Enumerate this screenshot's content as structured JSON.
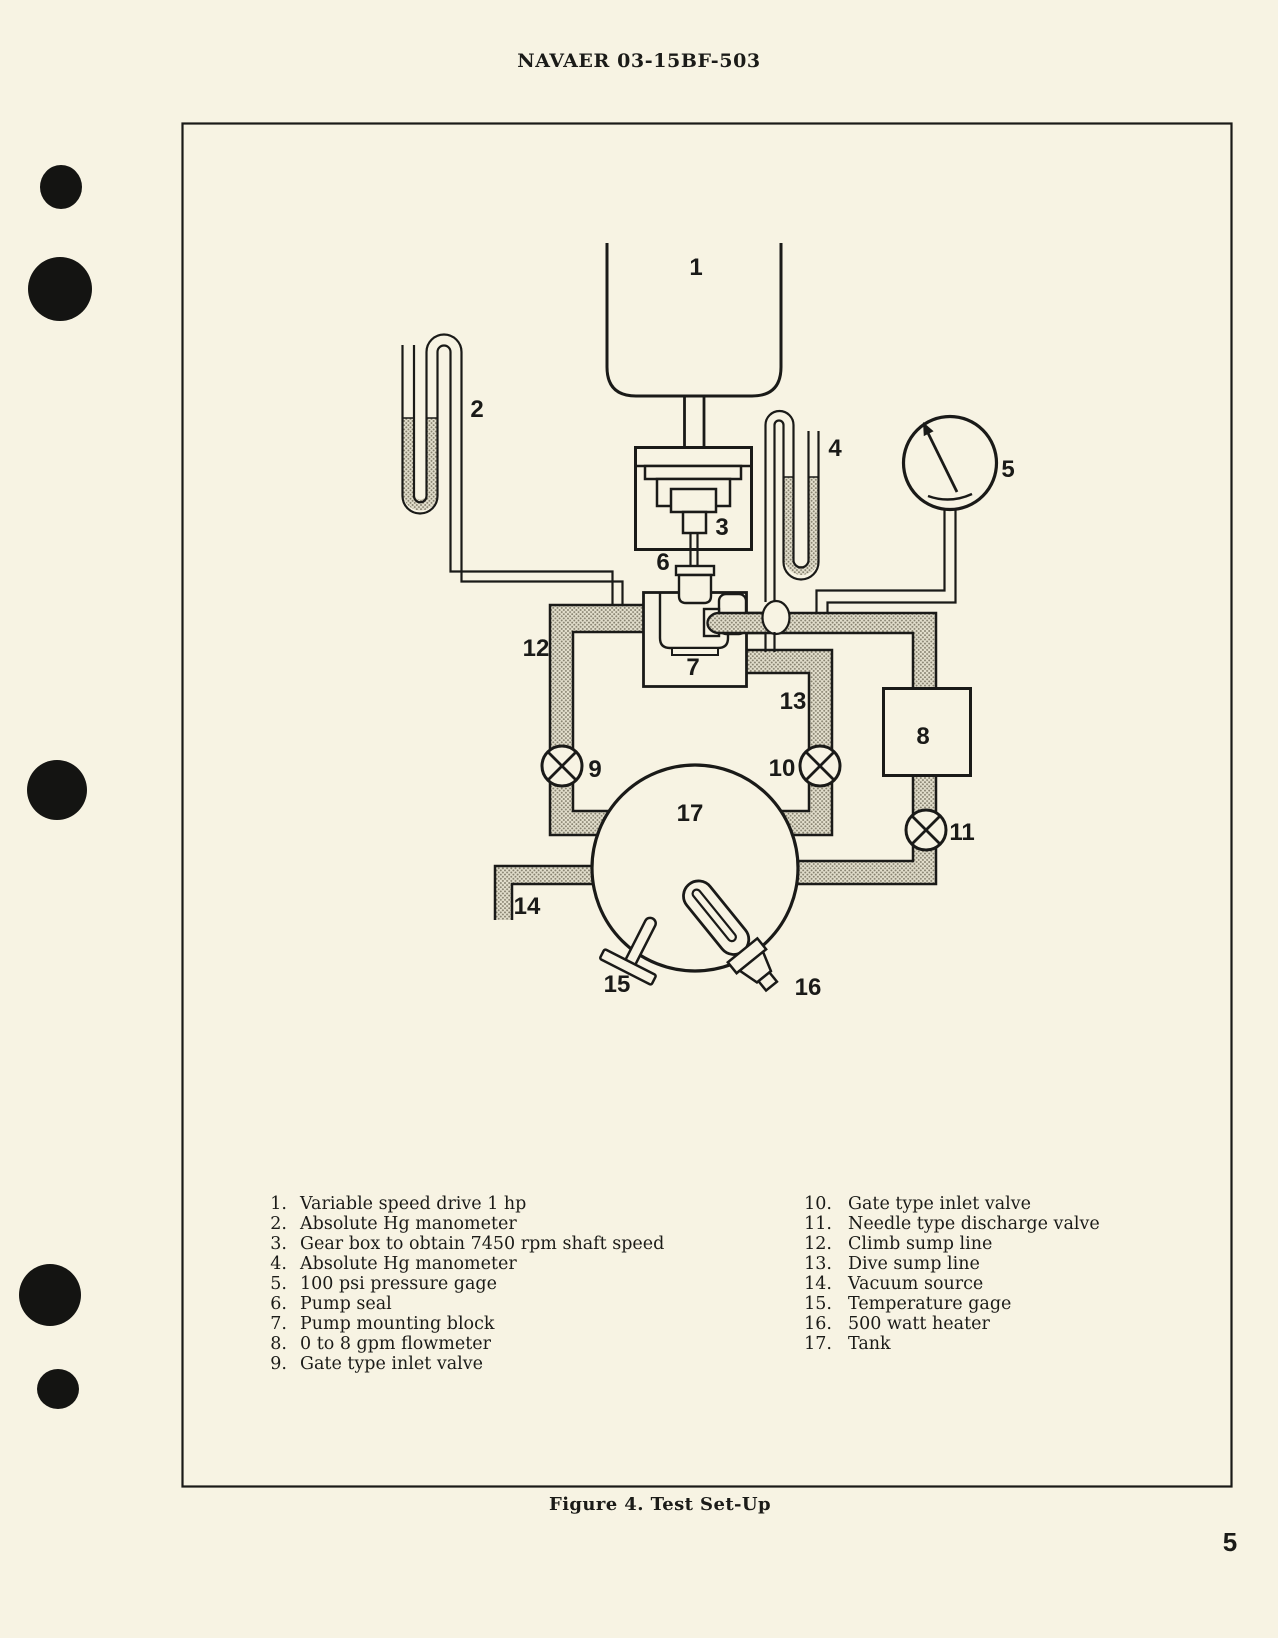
{
  "page": {
    "header": "NAVAER 03-15BF-503",
    "caption": "Figure 4.  Test Set-Up",
    "page_number": "5"
  },
  "colors": {
    "paper": "#f7f3e3",
    "ink": "#1a1a18",
    "pipe_fill_base": "#e4e0ce",
    "pipe_dot": "#86816f"
  },
  "diagram": {
    "labels": {
      "n1": "1",
      "n2": "2",
      "n3": "3",
      "n4": "4",
      "n5": "5",
      "n6": "6",
      "n7": "7",
      "n8": "8",
      "n9": "9",
      "n10": "10",
      "n11": "11",
      "n12": "12",
      "n13": "13",
      "n14": "14",
      "n15": "15",
      "n16": "16",
      "n17": "17"
    }
  },
  "legend": {
    "left": [
      {
        "num": "1.",
        "text": "Variable speed drive 1 hp"
      },
      {
        "num": "2.",
        "text": "Absolute Hg manometer"
      },
      {
        "num": "3.",
        "text": "Gear box to obtain 7450 rpm shaft speed"
      },
      {
        "num": "4.",
        "text": "Absolute Hg manometer"
      },
      {
        "num": "5.",
        "text": "100 psi pressure gage"
      },
      {
        "num": "6.",
        "text": "Pump seal"
      },
      {
        "num": "7.",
        "text": "Pump mounting block"
      },
      {
        "num": "8.",
        "text": "0 to 8 gpm flowmeter"
      },
      {
        "num": "9.",
        "text": "Gate type inlet valve"
      }
    ],
    "right": [
      {
        "num": "10.",
        "text": "Gate type inlet valve"
      },
      {
        "num": "11.",
        "text": "Needle type discharge valve"
      },
      {
        "num": "12.",
        "text": "Climb sump line"
      },
      {
        "num": "13.",
        "text": "Dive sump line"
      },
      {
        "num": "14.",
        "text": "Vacuum source"
      },
      {
        "num": "15.",
        "text": "Temperature gage"
      },
      {
        "num": "16.",
        "text": "500 watt heater"
      },
      {
        "num": "17.",
        "text": "Tank"
      }
    ]
  }
}
